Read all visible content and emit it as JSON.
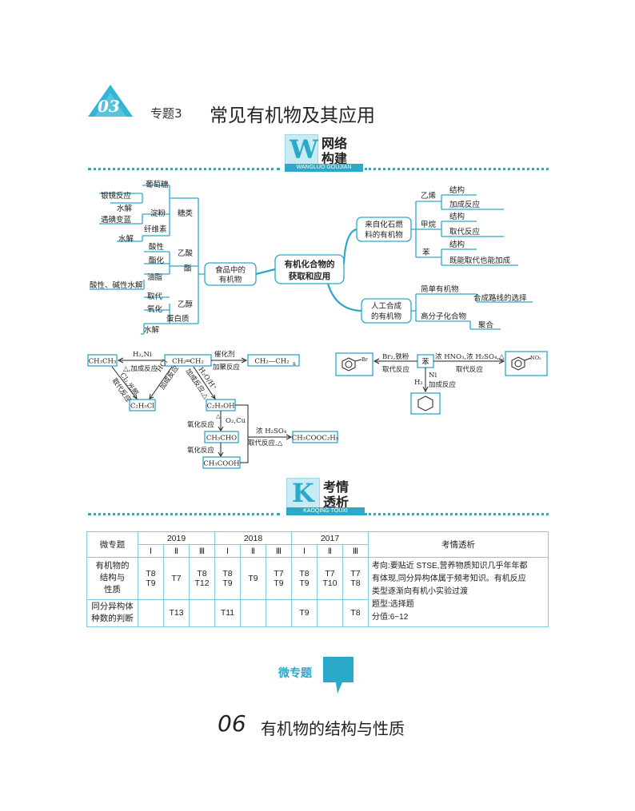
{
  "header": {
    "chapter_number": "03",
    "topic_label": "专题3",
    "title": "常见有机物及其应用"
  },
  "section1": {
    "letter": "W",
    "cn_line1": "网络",
    "cn_line2": "构建",
    "pinyin": "WANGLUO GOUJIAN"
  },
  "section2": {
    "letter": "K",
    "cn_line1": "考情",
    "cn_line2": "透析",
    "pinyin": "KAOQING TOUXI"
  },
  "concept_map": {
    "center": [
      "有机化合物的",
      "获取和应用"
    ],
    "food": [
      "食品中的",
      "有机物"
    ],
    "left_groups": {
      "sugar": "糖类",
      "glucose": "葡萄糖",
      "silver_mirror": "银镜反应",
      "starch": "淀粉",
      "hydrolysis1": "水解",
      "iodine_blue": "遇碘变蓝",
      "cellulose": "纤维素",
      "hydrolysis2": "水解",
      "acidity": "酸性",
      "esterify": "酯化",
      "acetic_acid": "乙酸",
      "ester": "酯",
      "oils": "油脂",
      "acid_base_hydrolysis": "酸性、碱性水解",
      "substitution": "取代",
      "oxidation": "氧化",
      "ethanol": "乙醇",
      "protein": "蛋白质",
      "hydrolysis3": "水解"
    },
    "fossil": [
      "来自化石燃",
      "料的有机物"
    ],
    "fossil_items": {
      "ethylene": "乙烯",
      "structure1": "结构",
      "addition": "加成反应",
      "methane": "甲烷",
      "structure2": "结构",
      "substitution_rxn": "取代反应",
      "benzene": "苯",
      "structure3": "结构",
      "both": "既能取代也能加成"
    },
    "synthetic": [
      "人工合成",
      "的有机物"
    ],
    "synthetic_items": {
      "simple": "简单有机物",
      "route": "合成路线的选择",
      "polymer": "高分子化合物",
      "polymerize": "聚合"
    }
  },
  "reactions": {
    "ethane": "CH₃CH₃",
    "h2ni": "H₂,Ni",
    "add_rxn": "△,加成反应",
    "ethylene": "CH₂═CH₂",
    "catalyst": "催化剂",
    "addpoly": "加聚反应",
    "polyethylene": "CH₂—CH₂",
    "n": "n",
    "cl2_light": "Cl₂,光照",
    "sub_rxn": "取代反应",
    "hcl": "HCl",
    "add_rxn2": "加成反应",
    "h2o_h": "H₂O/H⁺",
    "add_rxn3": "加成反应,△",
    "chloroethane": "C₂H₅Cl",
    "ethanol": "C₂H₅OH",
    "delta": "△",
    "o2cu": "O₂,Cu",
    "oxid1": "氧化反应",
    "acetaldehyde": "CH₃CHO",
    "oxid2": "氧化反应",
    "acetic": "CH₃COOH",
    "conc_h2so4": "浓 H₂SO₄",
    "sub_delta": "取代反应,△",
    "ethyl_acetate": "CH₃COOC₂H₅",
    "br2_fe": "Br₂,铁粉",
    "sub_rxn_b": "取代反应",
    "benzene": "苯",
    "nitration": "浓 HNO₃,浓 H₂SO₄,△",
    "sub_rxn_b2": "取代反应",
    "ni": "Ni",
    "h2": "H₂",
    "add_rxn_b": "加成反应",
    "br": "Br",
    "no2": "NO₂"
  },
  "exam_table": {
    "header_col": "微专题",
    "years": [
      "2019",
      "2018",
      "2017"
    ],
    "papers": [
      "Ⅰ",
      "Ⅱ",
      "Ⅲ",
      "Ⅰ",
      "Ⅱ",
      "Ⅲ",
      "Ⅰ",
      "Ⅱ",
      "Ⅲ"
    ],
    "analysis_header": "考情透析",
    "rows": [
      {
        "name": [
          "有机物的",
          "结构与",
          "性质"
        ],
        "cells": [
          [
            "T8",
            "T9"
          ],
          [
            "T7"
          ],
          [
            "T8",
            "T12"
          ],
          [
            "T8",
            "T9"
          ],
          [
            "T9"
          ],
          [
            "T7",
            "T9"
          ],
          [
            "T8",
            "T9"
          ],
          [
            "T7",
            "T10"
          ],
          [
            "T7",
            "T8"
          ]
        ]
      },
      {
        "name": [
          "同分异构体",
          "种数的判断"
        ],
        "cells": [
          [],
          [
            "T13"
          ],
          [],
          [
            "T11"
          ],
          [],
          [],
          [
            "T9"
          ],
          [],
          [
            "T8"
          ]
        ]
      }
    ],
    "analysis_lines": [
      "考向:要贴近 STSE,营养物质知识几乎年年都",
      "有体现,同分异构体属于频考知识。有机反应",
      "类型逐渐向有机小实验过渡",
      "题型:选择题",
      "分值:6~12"
    ]
  },
  "micro": {
    "label": "微专题",
    "number": "06",
    "title": "有机物的结构与性质"
  },
  "colors": {
    "accent": "#2aa9c9",
    "banner": "#33b5d6"
  }
}
